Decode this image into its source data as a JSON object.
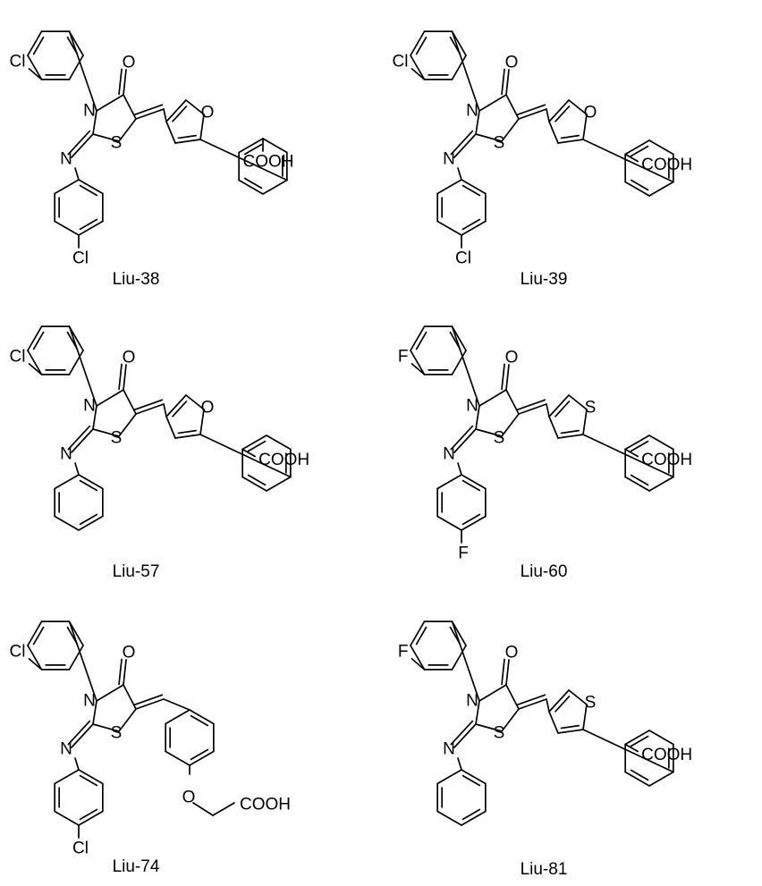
{
  "compounds": [
    {
      "label": "Liu-38",
      "atoms": {
        "x_top": "Cl",
        "n_ring": "N",
        "carbonyl_o": "O",
        "imine_n": "N",
        "ring_s": "S",
        "hetero": "O",
        "acid": "COOH",
        "x_bottom": "Cl"
      }
    },
    {
      "label": "Liu-39",
      "atoms": {
        "x_top": "Cl",
        "n_ring": "N",
        "carbonyl_o": "O",
        "imine_n": "N",
        "ring_s": "S",
        "hetero": "O",
        "acid": "COOH",
        "x_bottom": "Cl"
      }
    },
    {
      "label": "Liu-57",
      "atoms": {
        "x_top": "Cl",
        "n_ring": "N",
        "carbonyl_o": "O",
        "imine_n": "N",
        "ring_s": "S",
        "hetero": "O",
        "acid": "COOH"
      }
    },
    {
      "label": "Liu-60",
      "atoms": {
        "x_top": "F",
        "n_ring": "N",
        "carbonyl_o": "O",
        "imine_n": "N",
        "ring_s": "S",
        "hetero": "S",
        "acid": "COOH",
        "x_bottom": "F"
      }
    },
    {
      "label": "Liu-74",
      "atoms": {
        "x_top": "Cl",
        "n_ring": "N",
        "carbonyl_o": "O",
        "imine_n": "N",
        "ring_s": "S",
        "ether_o": "O",
        "acid": "COOH",
        "x_bottom": "Cl"
      }
    },
    {
      "label": "Liu-81",
      "atoms": {
        "x_top": "F",
        "n_ring": "N",
        "carbonyl_o": "O",
        "imine_n": "N",
        "ring_s": "S",
        "hetero": "S",
        "acid": "COOH"
      }
    }
  ]
}
